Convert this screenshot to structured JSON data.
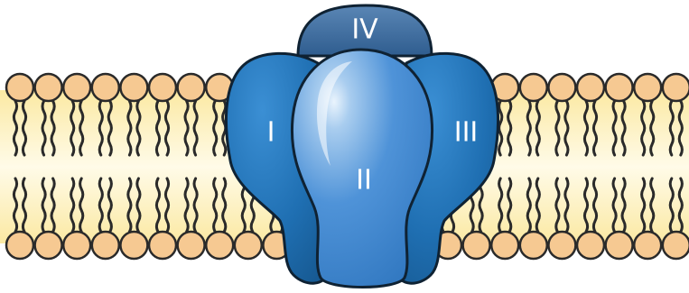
{
  "subunits": [
    {
      "id": "I",
      "label": "I"
    },
    {
      "id": "II",
      "label": "II"
    },
    {
      "id": "III",
      "label": "III"
    },
    {
      "id": "IV",
      "label": "IV"
    }
  ],
  "colors": {
    "background": "#ffffff",
    "lipid_head": "#f6c992",
    "lipid_head_stroke": "#2a2a2a",
    "lipid_tail": "#2a2a2a",
    "membrane_core": "#fbf1b4",
    "protein_outer": "#1f6fb2",
    "protein_central": "#4a8fd6",
    "protein_highlight": "#cde2f7",
    "protein_top": "#3f6d9f",
    "protein_outline": "#0f2233",
    "label_text": "#ffffff"
  }
}
